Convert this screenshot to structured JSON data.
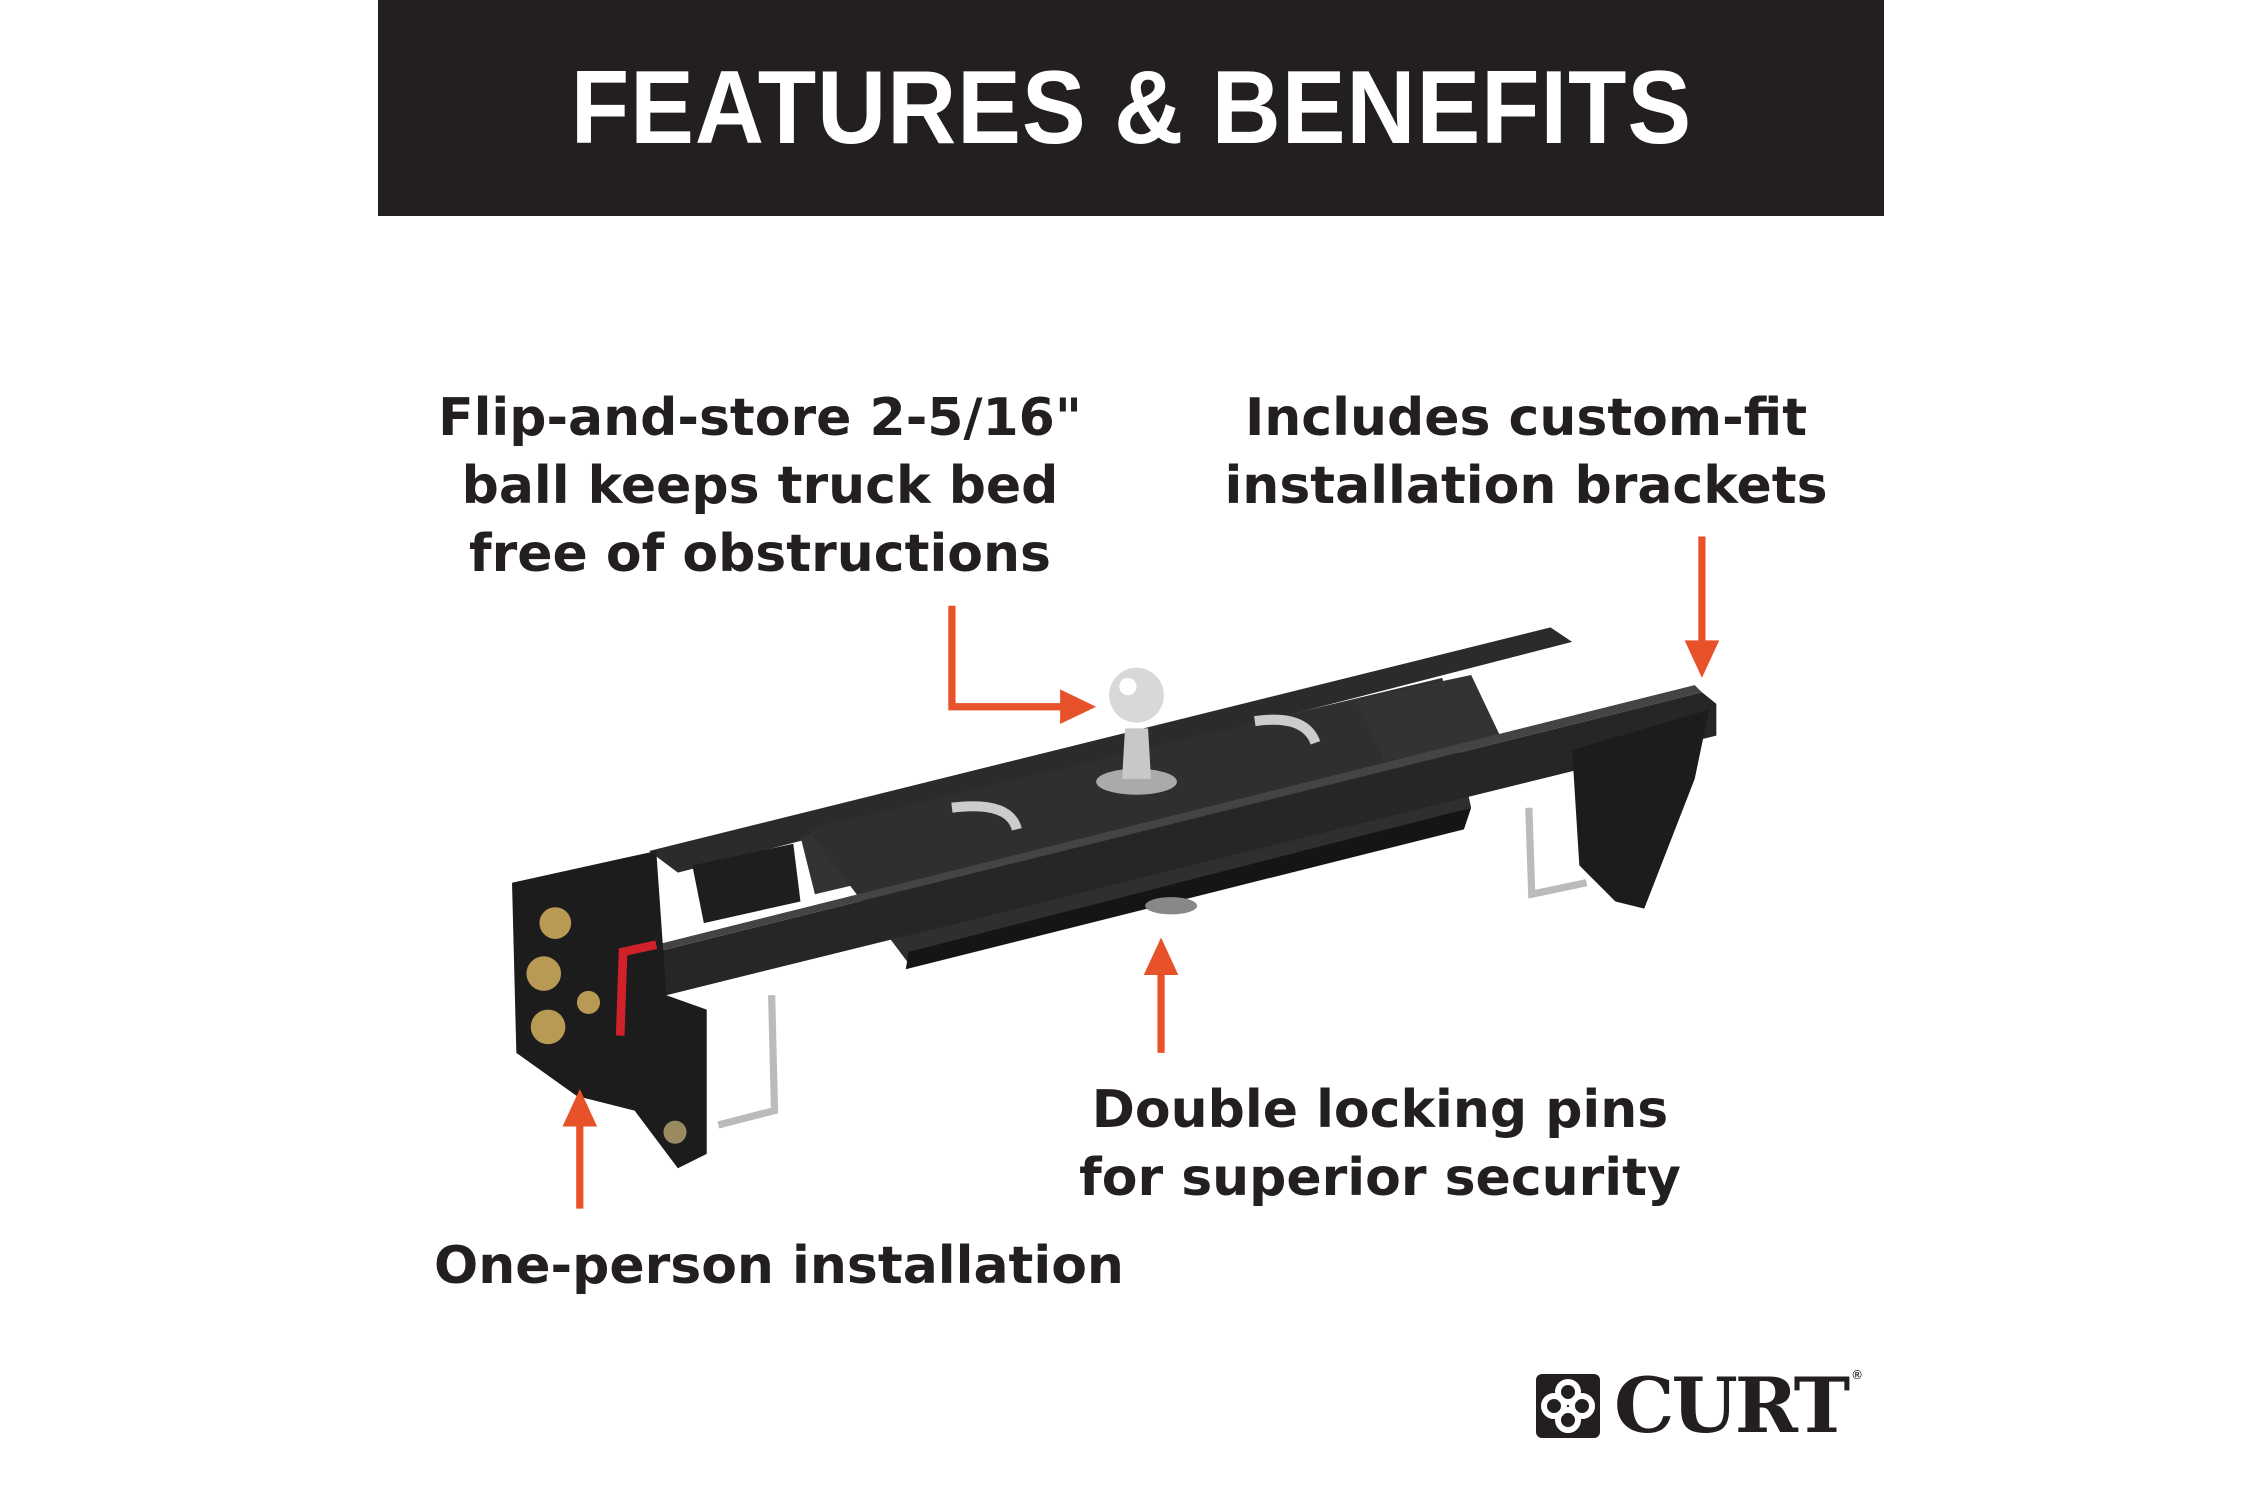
{
  "header": {
    "title": "FEATURES & BENEFITS"
  },
  "callouts": {
    "ball": {
      "lines": [
        "Flip-and-store 2-5/16\"",
        "ball keeps truck bed",
        "free of obstructions"
      ]
    },
    "brackets": {
      "lines": [
        "Includes custom-fit",
        "installation brackets"
      ]
    },
    "pins": {
      "lines": [
        "Double locking pins",
        "for superior security"
      ]
    },
    "install": {
      "lines": [
        "One-person installation"
      ]
    }
  },
  "brand": {
    "name": "CURT",
    "registered": "®"
  },
  "colors": {
    "banner": "#231f20",
    "arrow": "#e8522a",
    "text": "#231f20"
  }
}
